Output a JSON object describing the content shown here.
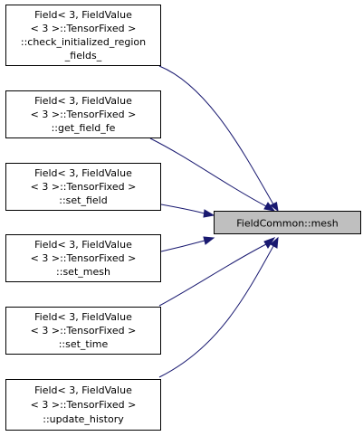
{
  "target": {
    "label": "FieldCommon::mesh"
  },
  "callers": [
    {
      "lines": [
        "Field< 3, FieldValue",
        "< 3 >::TensorFixed >",
        "::check_initialized_region",
        "_fields_"
      ]
    },
    {
      "lines": [
        "Field< 3, FieldValue",
        "< 3 >::TensorFixed >",
        "::get_field_fe"
      ]
    },
    {
      "lines": [
        "Field< 3, FieldValue",
        "< 3 >::TensorFixed >",
        "::set_field"
      ]
    },
    {
      "lines": [
        "Field< 3, FieldValue",
        "< 3 >::TensorFixed >",
        "::set_mesh"
      ]
    },
    {
      "lines": [
        "Field< 3, FieldValue",
        "< 3 >::TensorFixed >",
        "::set_time"
      ]
    },
    {
      "lines": [
        "Field< 3, FieldValue",
        "< 3 >::TensorFixed >",
        "::update_history"
      ]
    }
  ],
  "colors": {
    "edge": "#191970",
    "target_fill": "#bfbfbf",
    "node_border": "#000000"
  }
}
